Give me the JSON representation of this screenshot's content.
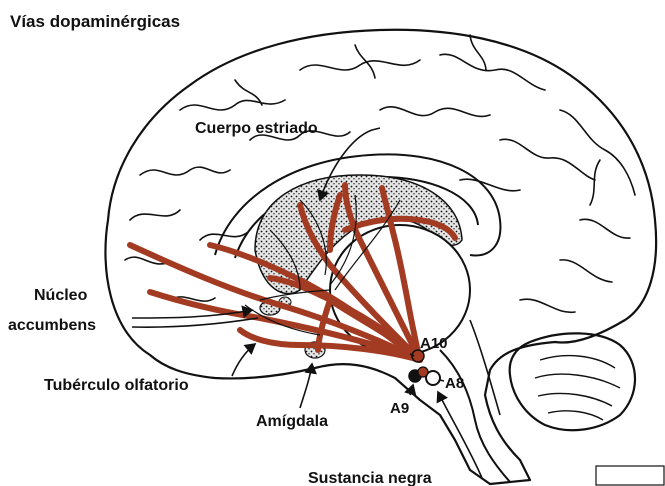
{
  "title": "Vías dopaminérgicas",
  "labels": {
    "cuerpo_estriado": "Cuerpo estriado",
    "nucleo_line1": "Núcleo",
    "nucleo_line2": "accumbens",
    "tuberculo": "Tubérculo olfatorio",
    "amigdala": "Amígdala",
    "sustancia": "Sustancia negra",
    "a10": "A10",
    "a8": "A8",
    "a9": "A9"
  },
  "colors": {
    "pathway": "#a33a22",
    "outline": "#111111",
    "striatum_fill": "#d9d9d9",
    "background": "#ffffff"
  },
  "icons": {
    "brain": "brain-sagittal-outline",
    "pathways": "dopamine-pathways",
    "arrows": "pointer-arrow"
  }
}
